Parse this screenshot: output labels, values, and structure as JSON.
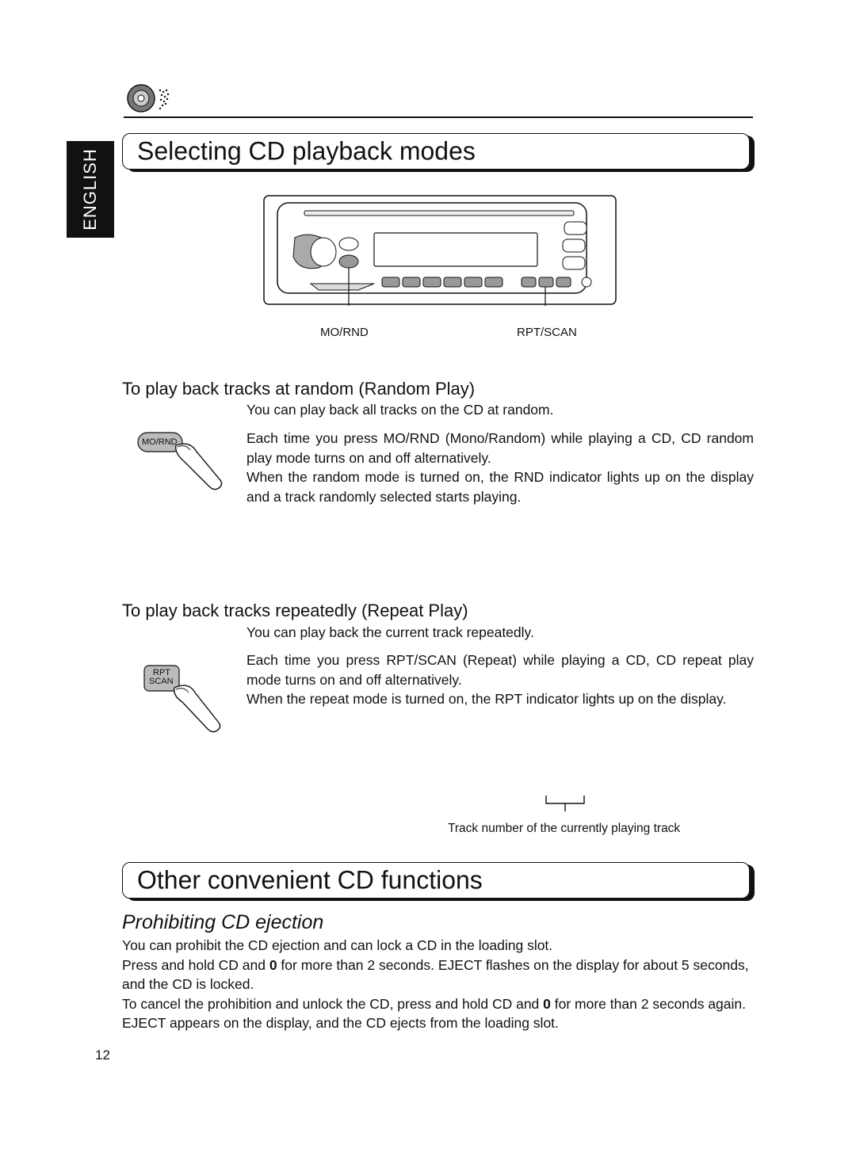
{
  "language_tab": "ENGLISH",
  "section1": {
    "title": "Selecting CD playback modes",
    "button_labels": {
      "mo_rnd": "MO/RND",
      "rpt_scan": "RPT/SCAN"
    }
  },
  "random_play": {
    "heading": "To play back tracks at random (Random Play)",
    "intro": "You can play back all tracks on the CD at random.",
    "button_text": "MO/RND",
    "para1": "Each time you press MO/RND (Mono/Random) while playing a CD, CD random play mode turns on and off alternatively.",
    "para2": "When the random mode is turned on, the RND indicator lights up on the display and a track randomly selected starts playing."
  },
  "repeat_play": {
    "heading": "To play back tracks repeatedly (Repeat Play)",
    "intro": "You can play back the current track repeatedly.",
    "button_text_line1": "RPT",
    "button_text_line2": "SCAN",
    "para1": "Each time you press RPT/SCAN (Repeat) while playing a CD, CD repeat play mode turns on and off alternatively.",
    "para2": "When the repeat mode is turned on, the RPT indicator lights up on the display."
  },
  "track_caption": "Track number of the currently playing track",
  "section2": {
    "title": "Other convenient CD functions",
    "subheading": "Prohibiting CD ejection",
    "p1": "You can prohibit the CD ejection and can  lock  a CD in the loading slot.",
    "p2_a": "Press and hold CD and ",
    "p2_b": "0",
    "p2_c": "  for more than 2 seconds.  EJECT  flashes on the display for about 5 seconds, and the CD is  locked.",
    "p3_a": "To cancel the prohibition and  unlock  the CD,          press and hold CD and ",
    "p3_b": "0",
    "p3_c": "  for more than 2 seconds again.  EJECT  appears on the display, and the CD ejects from the loading slot."
  },
  "page_number": "12"
}
